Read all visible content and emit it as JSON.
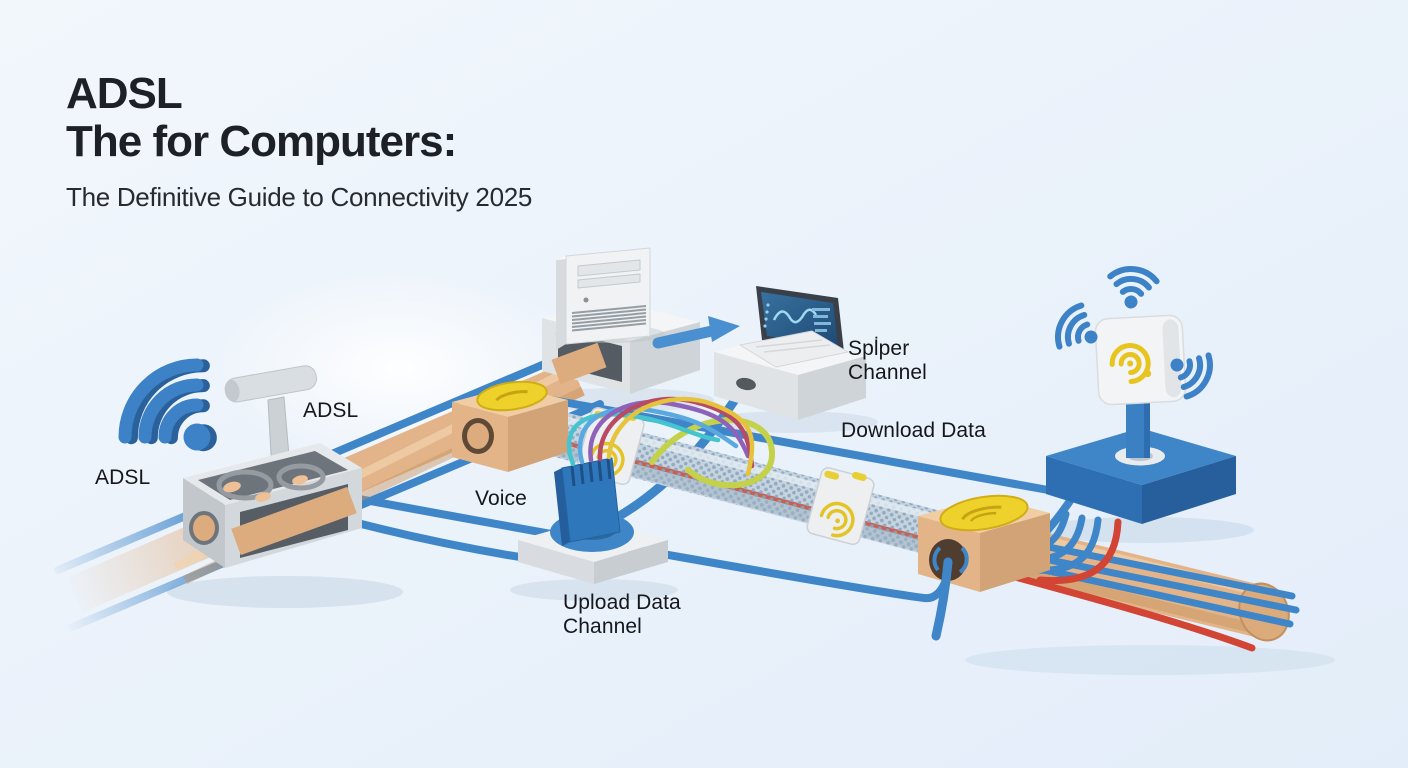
{
  "palette": {
    "background_light": "#f2f7fc",
    "background_dark": "#e3edf9",
    "accent_blue": "#3f86c9",
    "deep_blue": "#2d6db0",
    "pipe_tan": "#e3b489",
    "mesh_blue_gray": "#c6d4e0",
    "accent_yellow": "#eed22b",
    "cable_red": "#d24434",
    "device_white": "#f1f3f4",
    "text_dark": "#1d2127"
  },
  "header": {
    "title_line1": "ADSL",
    "title_line2": "The for Computers:",
    "subtitle": "The Definitive Guide to Connectivity 2025"
  },
  "diagram": {
    "labels": {
      "adsl_left": "ADSL",
      "adsl_jack": "ADSL",
      "voice": "Voice",
      "upload_line1": "Upload Data",
      "upload_line2": "Channel",
      "splitter_line1": "Spl̇per",
      "splitter_line2": "Channel",
      "download": "Download Data"
    },
    "icons": [
      "wifi-icon",
      "phone-jack-icon",
      "splitter-cube-icon",
      "cable-collar-icon",
      "desktop-tower-icon",
      "laptop-icon",
      "upload-connector-icon",
      "router-box-icon",
      "antenna-unit-icon",
      "arrow-right-icon"
    ]
  }
}
